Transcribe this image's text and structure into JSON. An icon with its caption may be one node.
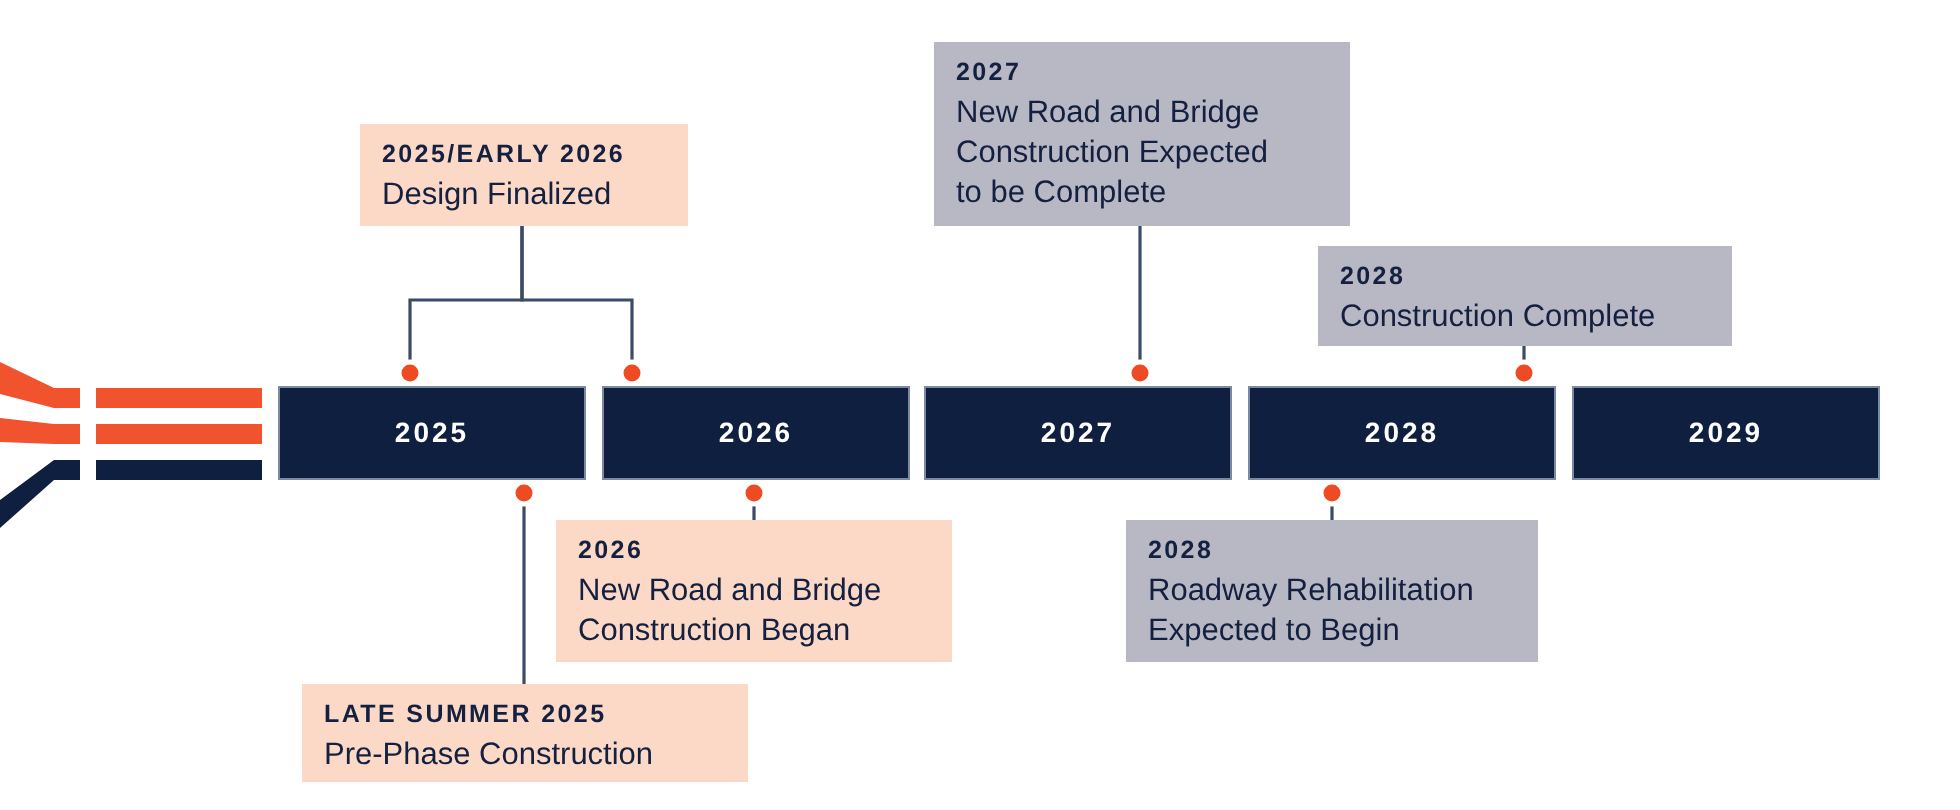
{
  "diagram": {
    "nodes": [
      {
        "text": [
          "2027",
          "New Road and Bridge Construction Expected to be Complete"
        ]
      },
      {
        "text": [
          "2025/EARLY 2026",
          "Design Finalized"
        ]
      },
      {
        "text": [
          "2028",
          "Construction Complete"
        ]
      },
      {
        "text": [
          "2025"
        ]
      },
      {
        "text": [
          "2026"
        ]
      },
      {
        "text": [
          "2027"
        ]
      },
      {
        "text": [
          "2028"
        ]
      },
      {
        "text": [
          "2029"
        ]
      },
      {
        "text": [
          "2026",
          "New Road and Bridge Construction Began"
        ]
      },
      {
        "text": [
          "2028",
          "Roadway Rehabilitation Expected to Begin"
        ]
      },
      {
        "text": [
          "LATE SUMMER 2025",
          "Pre-Phase Construction"
        ]
      }
    ],
    "edges": [
      {
        "from": 1,
        "to": 3,
        "arrow": "other"
      },
      {
        "from": 1,
        "to": 4,
        "arrow": "other"
      },
      {
        "from": 0,
        "to": 5,
        "arrow": "other"
      },
      {
        "from": 2,
        "to": 6,
        "arrow": "other"
      },
      {
        "from": 8,
        "to": 4,
        "arrow": "other"
      },
      {
        "from": 9,
        "to": 6,
        "arrow": "other"
      },
      {
        "from": 10,
        "to": 3,
        "arrow": "other"
      }
    ]
  }
}
